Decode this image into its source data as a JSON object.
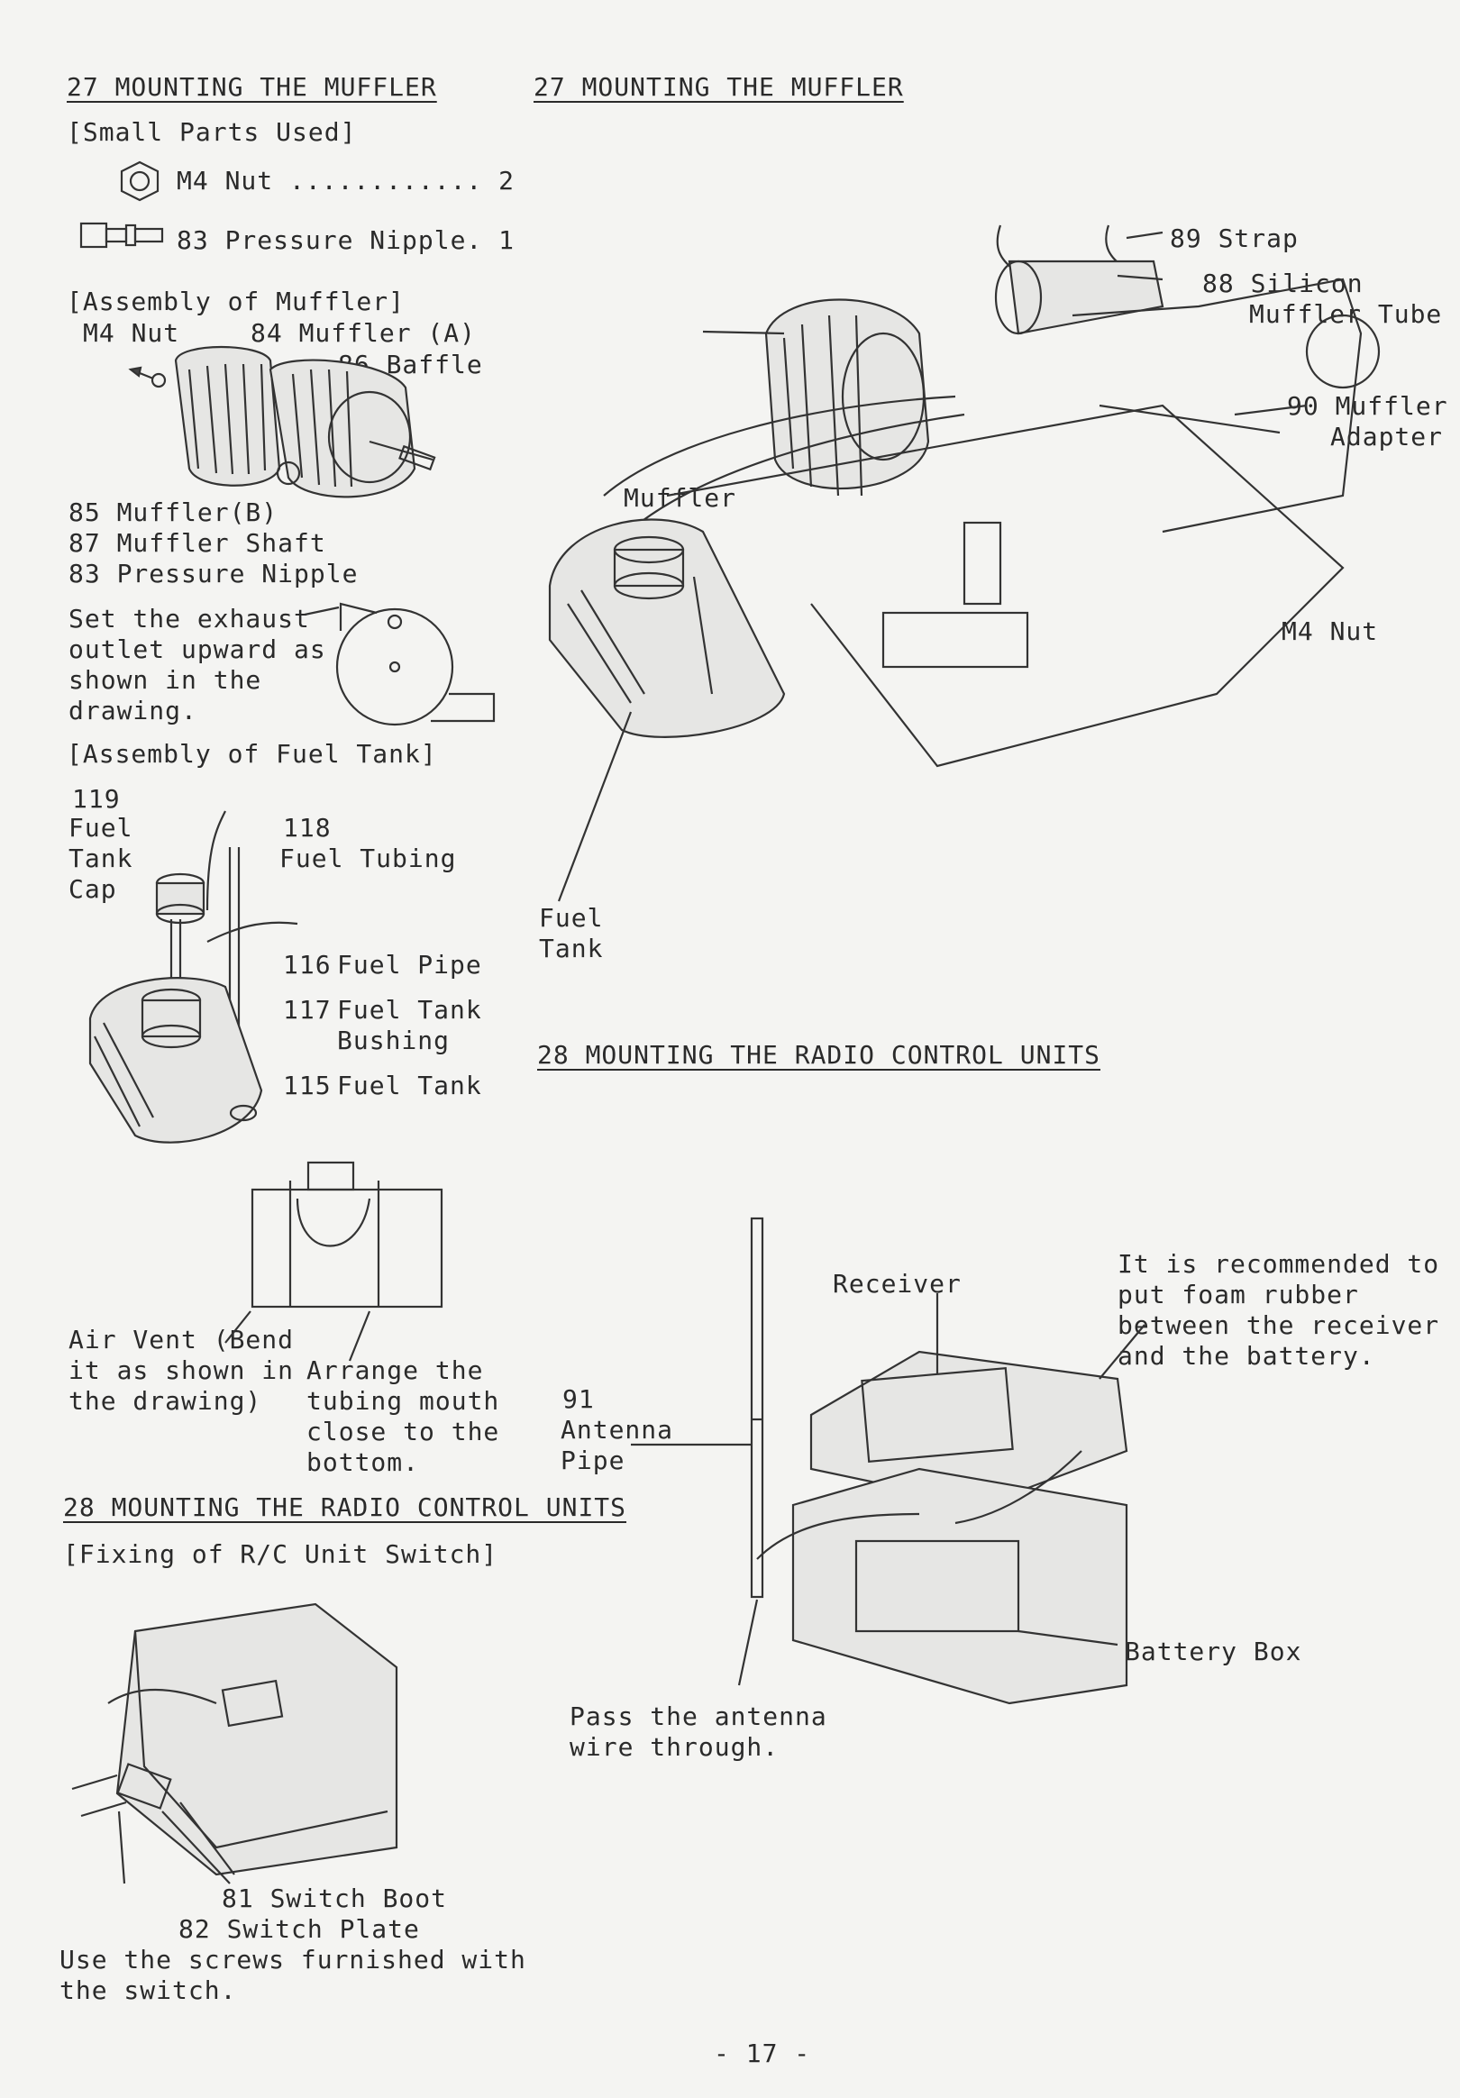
{
  "left": {
    "sec27_title": "27 MOUNTING THE MUFFLER",
    "small_parts_heading": "[Small Parts Used]",
    "part_m4_nut": "M4 Nut ............ 2",
    "part_pressure_nipple": "83 Pressure Nipple. 1",
    "assembly_muffler_heading": "[Assembly of Muffler]",
    "m4_nut_label": "M4 Nut",
    "muffler_a": "84 Muffler (A)",
    "baffle": "86 Baffle",
    "muffler_b": "85 Muffler(B)",
    "muffler_shaft": "87 Muffler Shaft",
    "pressure_nipple": "83 Pressure Nipple",
    "exhaust_note": [
      "Set the exhaust",
      "outlet upward as",
      "shown in the",
      "drawing."
    ],
    "assembly_fuel_heading": "[Assembly of Fuel Tank]",
    "fuel_tank_cap_num": "119",
    "fuel_tank_cap": [
      "Fuel",
      "Tank",
      "Cap"
    ],
    "fuel_tubing_num": "118",
    "fuel_tubing": "Fuel Tubing",
    "fuel_pipe_num": "116",
    "fuel_pipe": "Fuel Pipe",
    "fuel_tank_bushing_num": "117",
    "fuel_tank_bushing": [
      "Fuel Tank",
      "Bushing"
    ],
    "fuel_tank_num": "115",
    "fuel_tank": "Fuel Tank",
    "air_vent_note": [
      "Air Vent (Bend",
      "it as shown in",
      "the drawing)"
    ],
    "arrange_note": [
      "Arrange the",
      "tubing mouth",
      "close to the",
      "bottom."
    ],
    "sec28_title": "28 MOUNTING THE RADIO CONTROL UNITS",
    "fixing_heading": "[Fixing of R/C Unit Switch]",
    "switch_boot": "81 Switch Boot",
    "switch_plate": "82 Switch Plate",
    "screws_note": [
      "Use the screws furnished with",
      "the switch."
    ]
  },
  "right": {
    "sec27_title": "27 MOUNTING THE MUFFLER",
    "strap": "89 Strap",
    "silicon_tube": [
      "88 Silicon",
      "Muffler Tube"
    ],
    "muffler_adapter": [
      "90 Muffler",
      "Adapter"
    ],
    "muffler": "Muffler",
    "m4_nut": "M4 Nut",
    "fuel_tank": [
      "Fuel",
      "Tank"
    ],
    "sec28_title": "28 MOUNTING THE RADIO CONTROL UNITS",
    "receiver": "Receiver",
    "foam_note": [
      "It is recommended to",
      "put foam rubber",
      "between the receiver",
      "and the battery."
    ],
    "antenna_num": "91",
    "antenna_pipe": [
      "Antenna",
      "Pipe"
    ],
    "battery_box": "Battery Box",
    "antenna_note": [
      "Pass the antenna",
      "wire through."
    ]
  },
  "page_number": "- 17 -"
}
